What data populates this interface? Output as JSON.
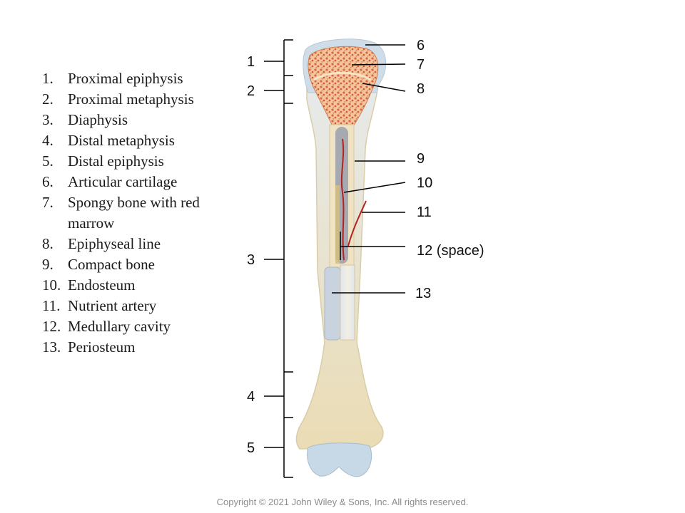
{
  "legend": [
    {
      "num": "1.",
      "text": "Proximal epiphysis"
    },
    {
      "num": "2.",
      "text": "Proximal metaphysis"
    },
    {
      "num": "3.",
      "text": "Diaphysis"
    },
    {
      "num": "4.",
      "text": "Distal metaphysis"
    },
    {
      "num": "5.",
      "text": "Distal epiphysis"
    },
    {
      "num": "6.",
      "text": "Articular cartilage"
    },
    {
      "num": "7.",
      "text": "Spongy bone with red marrow"
    },
    {
      "num": "8.",
      "text": "Epiphyseal line"
    },
    {
      "num": "9.",
      "text": "Compact bone"
    },
    {
      "num": "10.",
      "text": "Endosteum"
    },
    {
      "num": "11.",
      "text": "Nutrient artery"
    },
    {
      "num": "12.",
      "text": "Medullary cavity"
    },
    {
      "num": "13.",
      "text": "Periosteum"
    }
  ],
  "labels": {
    "left": [
      "1",
      "2",
      "3",
      "4",
      "5"
    ],
    "right": [
      "6",
      "7",
      "8",
      "9",
      "10",
      "11",
      "12 (space)",
      "13"
    ]
  },
  "colors": {
    "cartilage": "#c7d8e6",
    "compact_bone": "#efe3c4",
    "spongy_bone": "#e58a5c",
    "periosteum": "#c9d3df",
    "artery": "#b22222"
  },
  "copyright": "Copyright © 2021 John Wiley & Sons, Inc. All rights reserved."
}
